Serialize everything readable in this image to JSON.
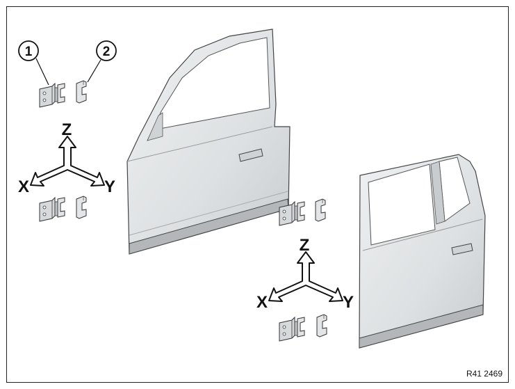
{
  "callouts": [
    {
      "label": "1"
    },
    {
      "label": "2"
    }
  ],
  "axes": {
    "z": "Z",
    "x": "X",
    "y": "Y"
  },
  "reference_code": "R41 2469",
  "colors": {
    "door_fill": "#dfe2e3",
    "door_shadow": "#b9bdbf",
    "door_highlight": "#f1f3f4",
    "outline": "#333333"
  }
}
